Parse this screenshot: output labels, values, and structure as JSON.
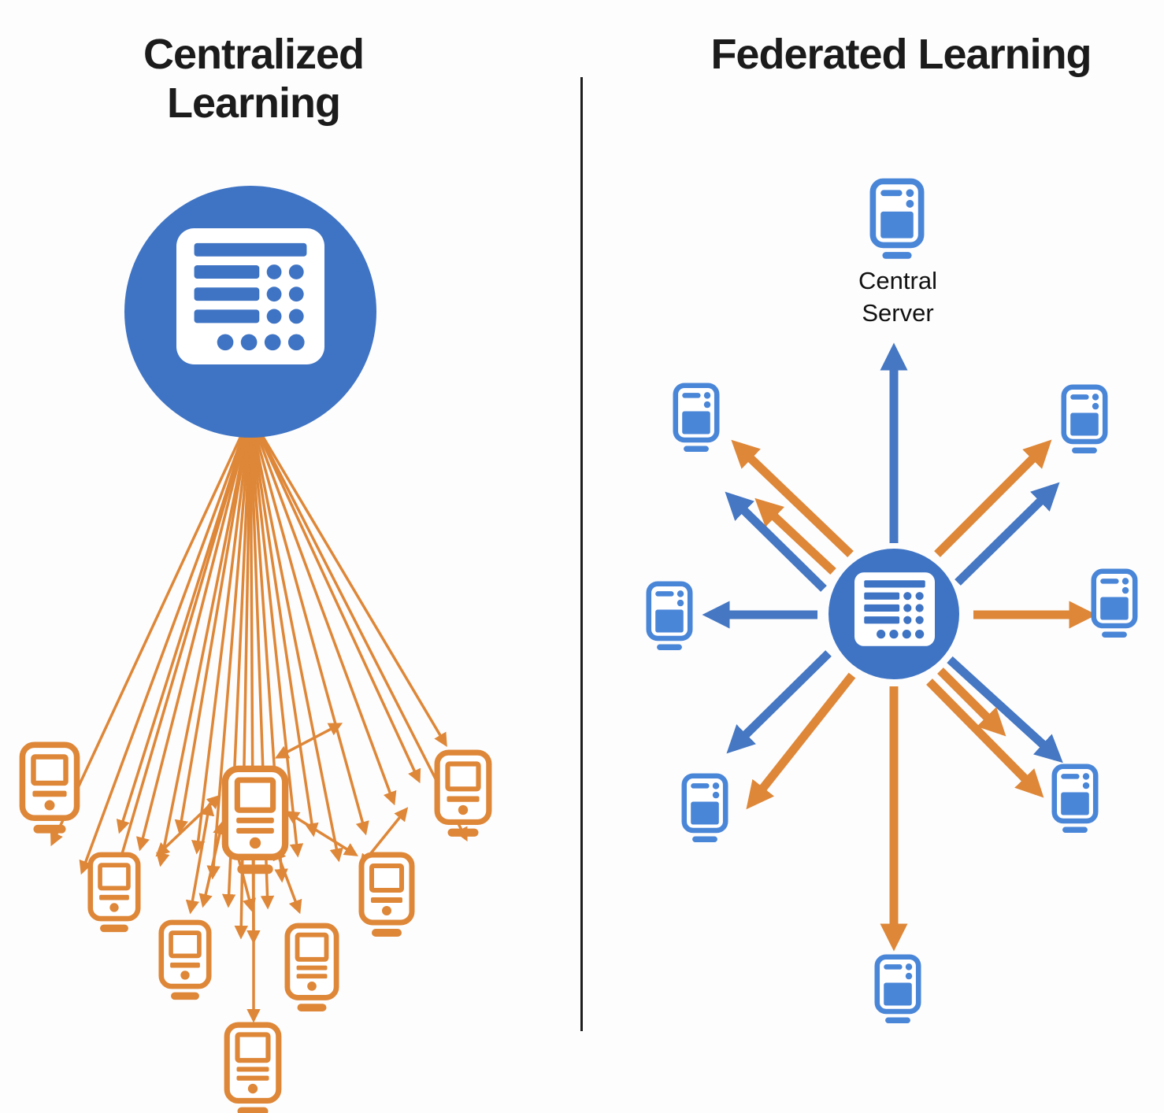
{
  "panels": {
    "centralized": {
      "title": "Centralized Learning",
      "description_visible_elements": {
        "central_node": "server-in-circle-icon",
        "client_nodes": 8,
        "arrow_style": "orange fan from server down to clients plus bidirectional mesh arrows among clients"
      }
    },
    "federated": {
      "title": "Federated Learning",
      "server_label": "Central Server",
      "description_visible_elements": {
        "central_node": "server-in-circle-icon",
        "client_nodes": 8,
        "arrow_style": "blue and orange arrows radiating between central server circle and surrounding clients"
      }
    }
  },
  "colors": {
    "orange": "#de8738",
    "blue_arrow": "#4577c3",
    "circle_blue": "#3f74c4",
    "device_blue": "#4a86d8",
    "title_text": "#1b1b1b",
    "divider": "#1d1d1d",
    "background": "#fdfdfd"
  },
  "icons": {
    "server": "server-rack-icon",
    "client": "client-device-icon"
  }
}
